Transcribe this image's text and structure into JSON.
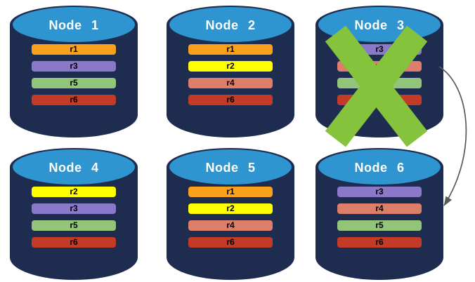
{
  "diagram": {
    "type": "replica-distribution-diagram",
    "nodes": [
      {
        "label": "Node 1",
        "replicas": [
          "r1",
          "r3",
          "r5",
          "r6"
        ],
        "failed": false
      },
      {
        "label": "Node 2",
        "replicas": [
          "r1",
          "r2",
          "r4",
          "r6"
        ],
        "failed": false
      },
      {
        "label": "Node 3",
        "replicas": [
          "r3",
          "r4",
          "r5",
          "r6"
        ],
        "failed": true
      },
      {
        "label": "Node 4",
        "replicas": [
          "r2",
          "r3",
          "r5",
          "r6"
        ],
        "failed": false
      },
      {
        "label": "Node 5",
        "replicas": [
          "r1",
          "r2",
          "r4",
          "r6"
        ],
        "failed": false
      },
      {
        "label": "Node 6",
        "replicas": [
          "r3",
          "r4",
          "r5",
          "r6"
        ],
        "failed": false
      }
    ],
    "replica_colors": {
      "r1": "#F9A11B",
      "r2": "#FFFF00",
      "r3": "#8A79C9",
      "r4": "#DD7E6B",
      "r5": "#92C579",
      "r6": "#C33A27"
    },
    "colors": {
      "background": "#FFFFFF",
      "cylinder_body": "#1E2C50",
      "cylinder_top": "#2E95D1",
      "title_text": "#FFFFFF",
      "bar_text": "#000000",
      "failure_x": "#84C33B",
      "arrow": "#595959"
    },
    "arrow": {
      "from": "Node 3",
      "to": "Node 6"
    }
  }
}
